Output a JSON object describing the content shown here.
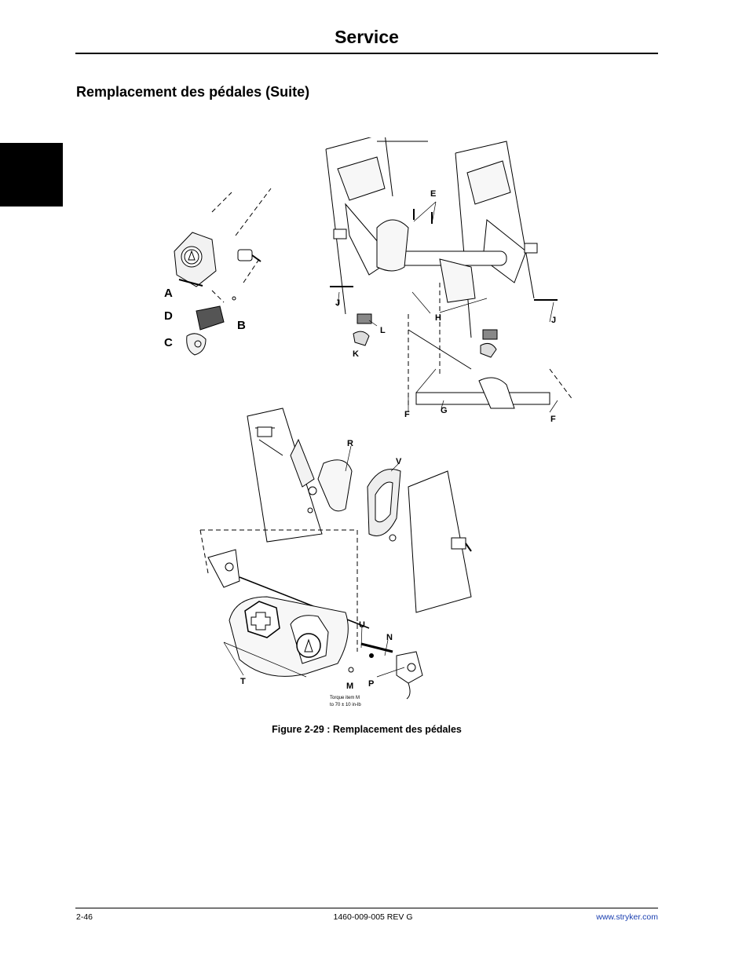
{
  "header": {
    "title": "Service"
  },
  "section": {
    "title": "Remplacement des pédales (Suite)"
  },
  "figure": {
    "caption": "Figure 2-29 : Remplacement des pédales",
    "labels": {
      "A": "A",
      "B": "B",
      "C": "C",
      "D": "D",
      "E": "E",
      "F": "F",
      "G": "G",
      "H": "H",
      "J": "J",
      "K": "K",
      "L": "L",
      "M": "M",
      "N": "N",
      "P": "P",
      "R": "R",
      "T": "T",
      "U": "U",
      "V": "V"
    },
    "torque_note": [
      "Torque item M",
      "to 70 ± 10 in-lb"
    ]
  },
  "footer": {
    "page_number": "2-46",
    "doc_id": "1460-009-005 REV G",
    "website": "www.stryker.com"
  },
  "colors": {
    "text": "#000000",
    "link": "#1a3fb0",
    "tab": "#000000"
  }
}
